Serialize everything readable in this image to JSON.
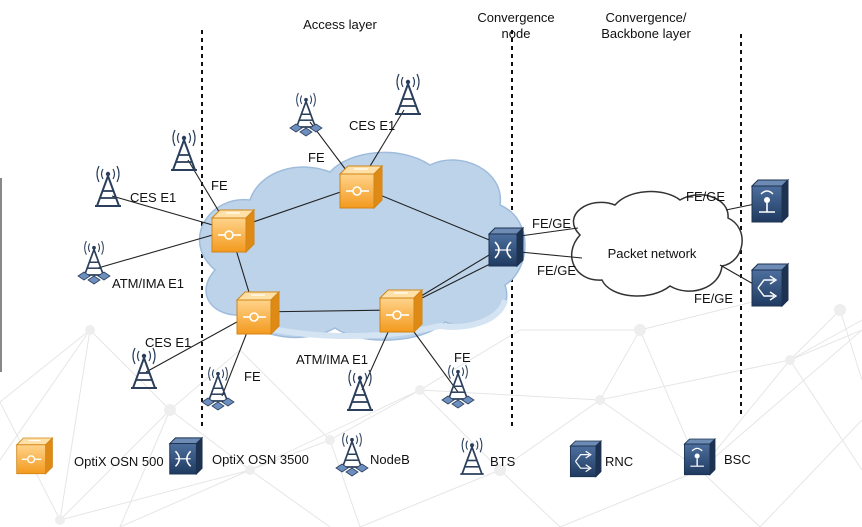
{
  "layers": {
    "access": "Access layer",
    "convergence_node_1": "Convergence",
    "convergence_node_2": "node",
    "backbone_1": "Convergence/",
    "backbone_2": "Backbone layer"
  },
  "links": {
    "ces_e1_top": "CES E1",
    "fe_top": "FE",
    "ces_e1_left": "CES E1",
    "fe_left": "FE",
    "atm_ima_left": "ATM/IMA E1",
    "ces_e1_bottom": "CES E1",
    "fe_bottom_left": "FE",
    "atm_ima_bottom": "ATM/IMA E1",
    "fe_bottom_right": "FE",
    "fe_ge_conv_top": "FE/GE",
    "fe_ge_conv_bottom": "FE/GE",
    "fe_ge_rnc_top": "FE/GE",
    "fe_ge_rnc_bottom": "FE/GE"
  },
  "packet_network": "Packet network",
  "legend": {
    "osn500": "OptiX OSN 500",
    "osn3500": "OptiX OSN 3500",
    "nodeb": "NodeB",
    "bts": "BTS",
    "rnc": "RNC",
    "bsc": "BSC"
  },
  "colors": {
    "osn500": "#f5a623",
    "osn3500": "#2f4f7a",
    "tower": "#2b3f5c",
    "cloud": "#bcd3ea"
  }
}
